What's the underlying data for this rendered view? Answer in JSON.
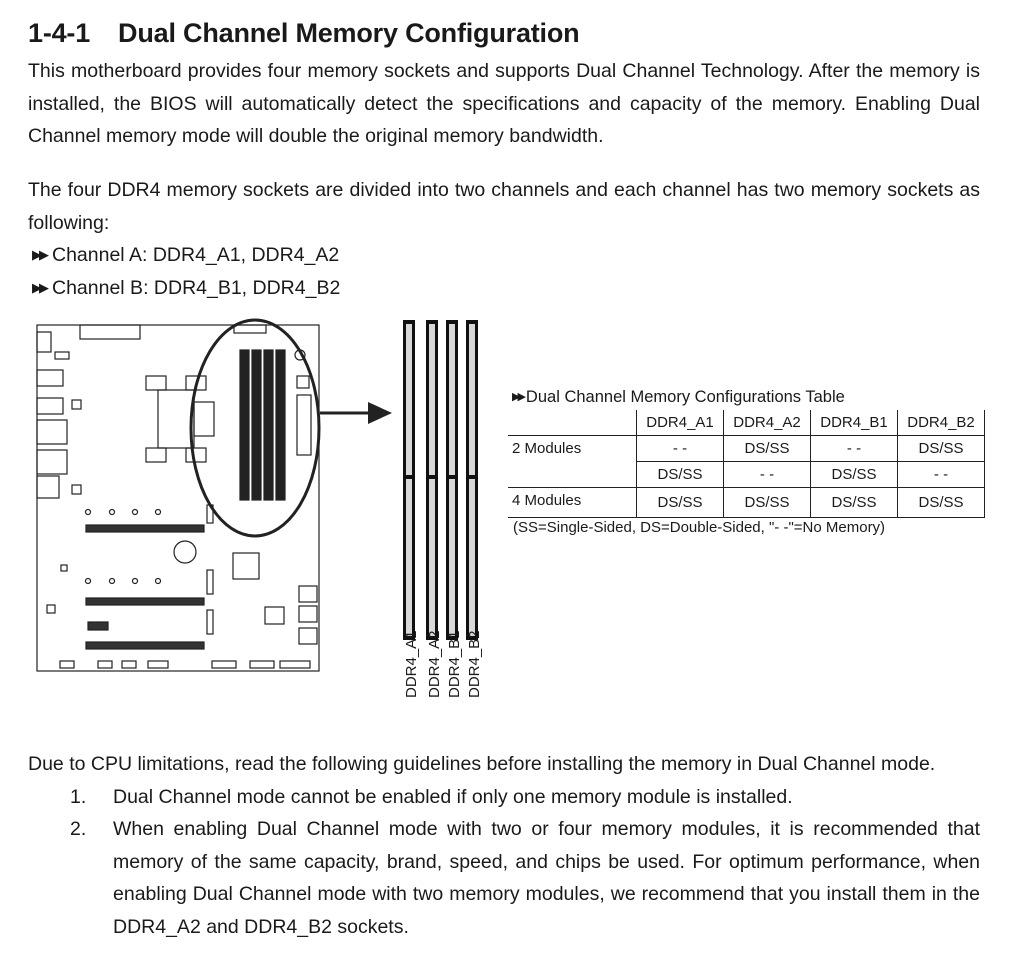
{
  "heading": {
    "number": "1-4-1",
    "title": "Dual Channel Memory Configuration"
  },
  "intro_paragraph": "This motherboard provides four memory sockets and supports Dual Channel Technology. After the memory is installed, the BIOS will automatically detect the specifications and capacity of the memory. Enabling Dual Channel memory mode will double the original memory bandwidth.",
  "sockets_paragraph": "The four DDR4 memory sockets are divided into two channels and each channel has two memory sockets as following:",
  "channels": [
    {
      "text": "Channel A: DDR4_A1, DDR4_A2"
    },
    {
      "text": "Channel B: DDR4_B1, DDR4_B2"
    }
  ],
  "slot_labels": [
    "DDR4_A1",
    "DDR4_A2",
    "DDR4_B1",
    "DDR4_B2"
  ],
  "config_table": {
    "title": "Dual Channel Memory Configurations Table",
    "headers": [
      "DDR4_A1",
      "DDR4_A2",
      "DDR4_B1",
      "DDR4_B2"
    ],
    "rows": [
      {
        "label": "2 Modules",
        "cells": [
          "- -",
          "DS/SS",
          "- -",
          "DS/SS"
        ]
      },
      {
        "label": "",
        "cells": [
          "DS/SS",
          "- -",
          "DS/SS",
          "- -"
        ]
      },
      {
        "label": "4 Modules",
        "cells": [
          "DS/SS",
          "DS/SS",
          "DS/SS",
          "DS/SS"
        ]
      }
    ],
    "note": "(SS=Single-Sided, DS=Double-Sided, \"- -\"=No Memory)"
  },
  "guidelines": {
    "intro": "Due to CPU limitations, read the following guidelines before installing the memory in Dual Channel mode.",
    "items": [
      {
        "number": "1.",
        "text": "Dual Channel mode cannot be enabled if only one memory module is installed."
      },
      {
        "number": "2.",
        "text": "When enabling Dual Channel mode with two or four memory modules, it is recommended that memory of the same capacity, brand, speed, and chips be used. For optimum performance, when enabling Dual Channel mode with two memory modules, we recommend that you install them in the DDR4_A2 and DDR4_B2 sockets."
      }
    ]
  },
  "icons": {
    "bullet": "double-arrow-icon",
    "pointer": "right-arrow-icon"
  }
}
